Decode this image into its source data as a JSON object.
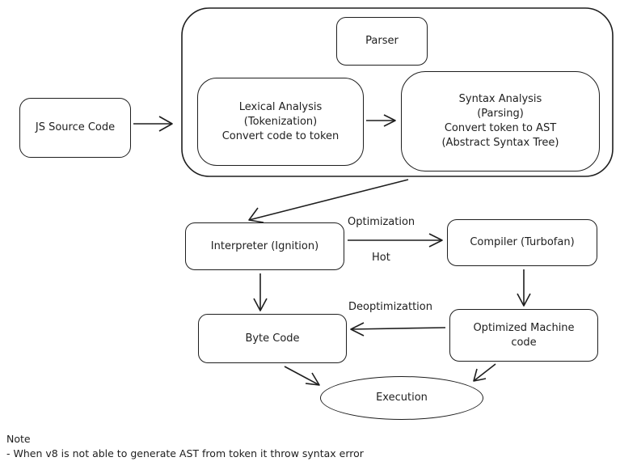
{
  "nodes": {
    "source": {
      "lines": [
        "JS Source Code"
      ]
    },
    "parser": {
      "lines": [
        "Parser"
      ]
    },
    "lexical": {
      "lines": [
        "Lexical Analysis",
        "(Tokenization)",
        "Convert code to token"
      ]
    },
    "syntax": {
      "lines": [
        "Syntax Analysis",
        "(Parsing)",
        "Convert token to AST",
        "(Abstract Syntax Tree)"
      ]
    },
    "interpreter": {
      "lines": [
        "Interpreter (Ignition)"
      ]
    },
    "compiler": {
      "lines": [
        "Compiler (Turbofan)"
      ]
    },
    "bytecode": {
      "lines": [
        "Byte Code"
      ]
    },
    "optimized": {
      "lines": [
        "Optimized Machine",
        "code"
      ]
    },
    "execution": {
      "lines": [
        "Execution"
      ]
    }
  },
  "edge_labels": {
    "optimization": "Optimization",
    "hot": "Hot",
    "deoptimization": "Deoptimizattion"
  },
  "note": {
    "title": "Note",
    "lines": [
      "- When v8 is not able to generate AST from token it throw syntax error"
    ]
  },
  "colors": {
    "stroke": "#1e1e1e",
    "fill": "#ffffff"
  }
}
